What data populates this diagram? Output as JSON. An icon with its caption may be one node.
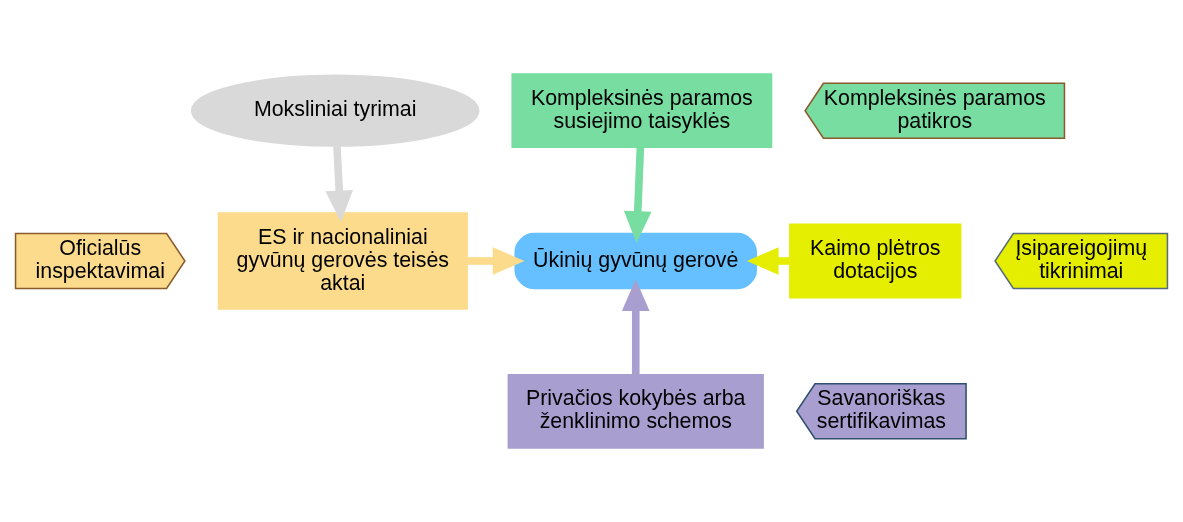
{
  "diagram": {
    "nodes": [
      {
        "text": [
          "Moksliniai tyrimai"
        ]
      },
      {
        "text": [
          "Kompleksinės paramos susiejimo taisyklės"
        ]
      },
      {
        "text": [
          "Kompleksinės paramos patikros"
        ]
      },
      {
        "text": [
          "ES ir nacionaliniai gyvūnų gerovės teisės aktai"
        ]
      },
      {
        "text": [
          "Oficialūs inspektavimai"
        ]
      },
      {
        "text": [
          "Ūkinių gyvūnų gerovė"
        ]
      },
      {
        "text": [
          "Kaimo plėtros dotacijos"
        ]
      },
      {
        "text": [
          "Įsipareigojimų tikrinimai"
        ]
      },
      {
        "text": [
          "Privačios kokybės arba ženklinimo schemos"
        ]
      },
      {
        "text": [
          "Savanoriškas sertifikavimas"
        ]
      }
    ],
    "edges": [
      {
        "from": 0,
        "to": 3,
        "arrow": "to",
        "color": "#d9d9d9"
      },
      {
        "from": 1,
        "to": 5,
        "arrow": "to",
        "color": "#77dda0"
      },
      {
        "from": 3,
        "to": 5,
        "arrow": "to",
        "color": "#fcdc8c"
      },
      {
        "from": 6,
        "to": 5,
        "arrow": "to",
        "color": "#e6ee00"
      },
      {
        "from": 8,
        "to": 5,
        "arrow": "to",
        "color": "#a89fd0"
      }
    ]
  }
}
